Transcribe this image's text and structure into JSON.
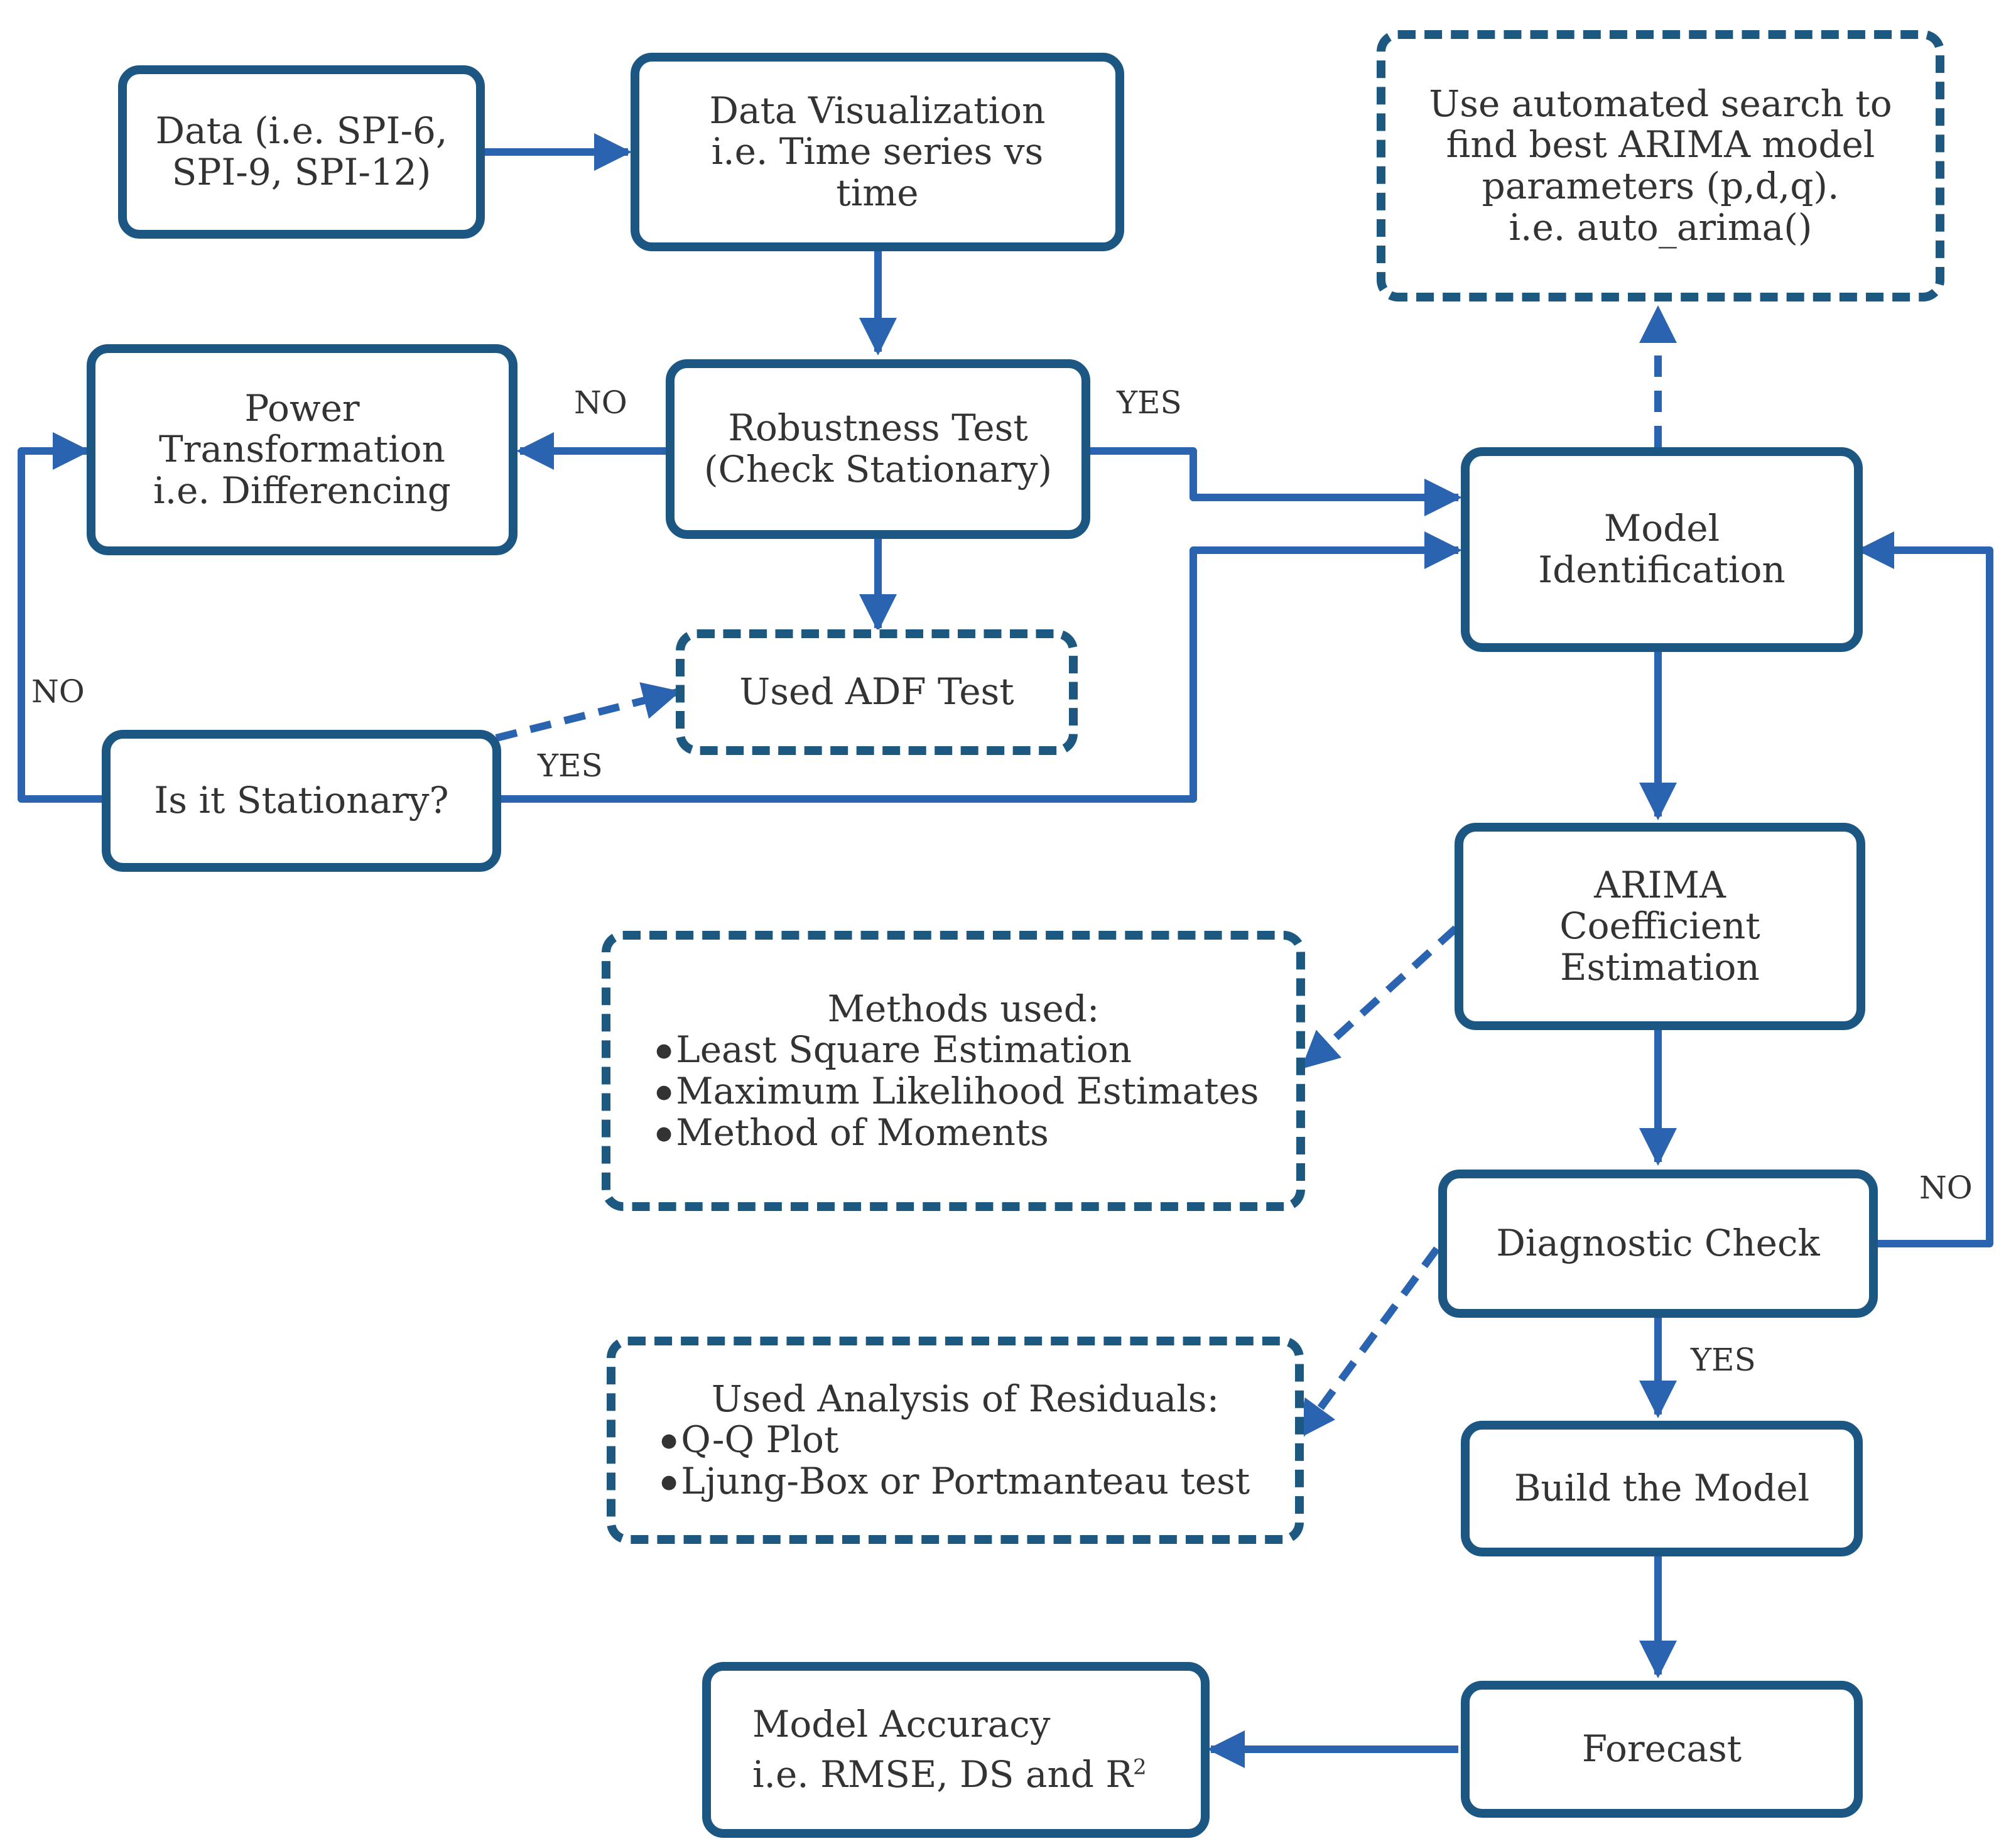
{
  "colors": {
    "border": "#1c5783",
    "arrow": "#2a63b0",
    "text": "#333333"
  },
  "nodes": {
    "data": {
      "lines": [
        "Data (i.e. SPI-6,",
        "SPI-9, SPI-12)"
      ]
    },
    "visualization": {
      "lines": [
        "Data Visualization",
        "i.e. Time series vs",
        "time"
      ]
    },
    "auto_search": {
      "lines": [
        "Use automated search to",
        "find best ARIMA model",
        "parameters (p,d,q).",
        "i.e. auto_arima()"
      ]
    },
    "power": {
      "lines": [
        "Power",
        "Transformation",
        "i.e. Differencing"
      ]
    },
    "robustness": {
      "lines": [
        "Robustness Test",
        "(Check Stationary)"
      ]
    },
    "model_id": {
      "lines": [
        "Model",
        "Identification"
      ]
    },
    "adf": {
      "lines": [
        "Used ADF Test"
      ]
    },
    "stationary": {
      "lines": [
        "Is it Stationary?"
      ]
    },
    "arima": {
      "lines": [
        "ARIMA",
        "Coefficient",
        "Estimation"
      ]
    },
    "methods": {
      "title": "Methods used:",
      "items": [
        "Least Square Estimation",
        "Maximum Likelihood Estimates",
        "Method of Moments"
      ]
    },
    "diagnostic": {
      "lines": [
        "Diagnostic Check"
      ]
    },
    "residuals": {
      "title": "Used Analysis of Residuals:",
      "items": [
        "Q-Q Plot",
        "Ljung-Box or Portmanteau test"
      ]
    },
    "build": {
      "lines": [
        "Build the Model"
      ]
    },
    "forecast": {
      "lines": [
        "Forecast"
      ]
    },
    "accuracy": {
      "line1": "Model Accuracy",
      "line2": "i.e. RMSE, DS and R",
      "sup": "2"
    }
  },
  "edge_labels": {
    "robust_no": "NO",
    "robust_yes": "YES",
    "stationary_no": "NO",
    "stationary_yes": "YES",
    "diagnostic_no": "NO",
    "diagnostic_yes": "YES"
  }
}
